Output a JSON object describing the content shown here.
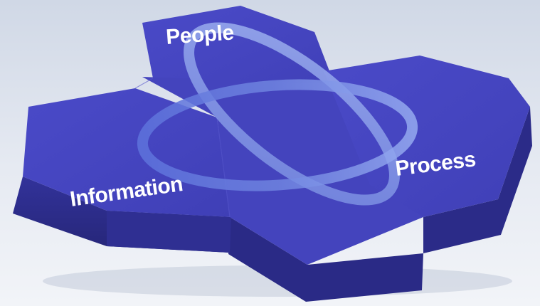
{
  "diagram": {
    "labels": {
      "people": "People",
      "process": "Process",
      "information": "Information"
    }
  },
  "colors": {
    "background_top": "#d0d8e6",
    "background_bottom": "#f2f4f8",
    "tile_top": "#4646c2",
    "tile_side": "#2d2d8c",
    "tile_side_dark": "#232372",
    "ring": "#8aa2ec",
    "label": "#ffffff"
  }
}
